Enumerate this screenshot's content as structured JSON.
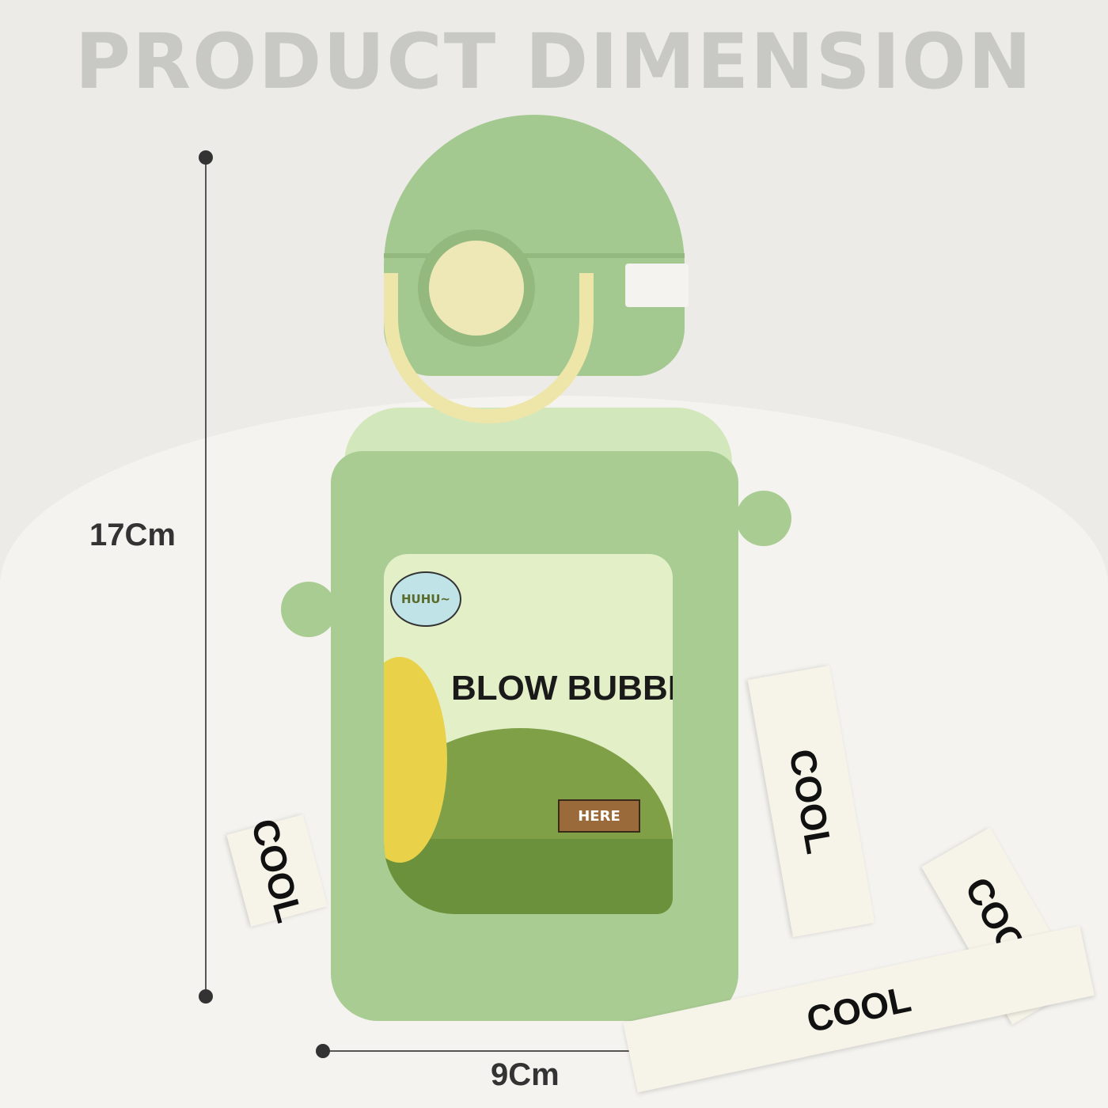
{
  "title": "PRODUCT DIMENSION",
  "dimensions": {
    "height": "17Cm",
    "width": "9Cm"
  },
  "product_print": {
    "bubble": "HUHU~",
    "headline": "BLOW BUBBL",
    "sign": "HERE",
    "strap_text": [
      "COOL",
      "COOL",
      "COOL",
      "COOL"
    ]
  },
  "colors": {
    "bottle_green": "#a4c990",
    "accent_yellow": "#eee5a9",
    "title_gray": "#c8c8c5"
  }
}
